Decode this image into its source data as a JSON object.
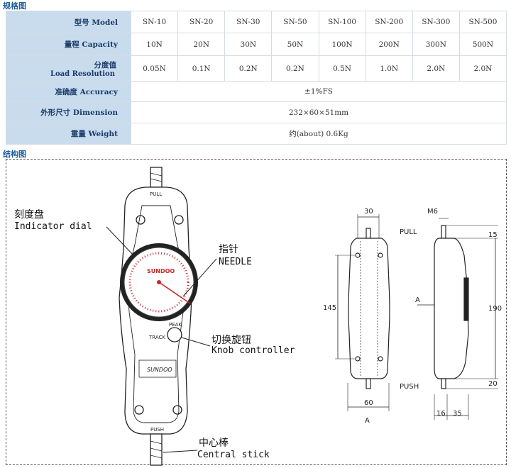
{
  "spec_section_title": "规格图",
  "structure_section_title": "结构图",
  "spec_table": {
    "row_headers": [
      "型号 Model",
      "量程 Capacity",
      "分度值",
      "Load Resolution",
      "准确度 Accuracy",
      "外形尺寸 Dimension",
      "重量 Weight"
    ],
    "models": [
      "SN-10",
      "SN-20",
      "SN-30",
      "SN-50",
      "SN-100",
      "SN-200",
      "SN-300",
      "SN-500"
    ],
    "capacity": [
      "10N",
      "20N",
      "30N",
      "50N",
      "100N",
      "200N",
      "300N",
      "500N"
    ],
    "resolution": [
      "0.05N",
      "0.1N",
      "0.2N",
      "0.2N",
      "0.5N",
      "1.0N",
      "2.0N",
      "2.0N"
    ],
    "accuracy": "±1%FS",
    "dimension": "232×60×51mm",
    "weight": "约(about) 0.6Kg"
  },
  "drawing": {
    "pull_top": "PULL",
    "push_bottom": "PUSH",
    "brand_dial": "SUNDOO",
    "brand_body": "SUNDOO",
    "peak": "PEAK",
    "track": "TRACK",
    "callouts": {
      "dial_cn": "刻度盘",
      "dial_en": "Indicator dial",
      "needle_cn": "指针",
      "needle_en": "NEEDLE",
      "knob_cn": "切换旋钮",
      "knob_en": "Knob controller",
      "stick_cn": "中心棒",
      "stick_en": "Central stick"
    },
    "front_view": {
      "dim_top": "30",
      "dim_height": "145",
      "dim_bottom": "60",
      "view_label": "A"
    },
    "side_view": {
      "thread": "M6",
      "pull": "PULL",
      "push": "PUSH",
      "dim_top": "15",
      "dim_height": "190",
      "dim_bottom": "20",
      "dim_left": "16",
      "dim_right": "35",
      "arrow_label": "A"
    }
  }
}
